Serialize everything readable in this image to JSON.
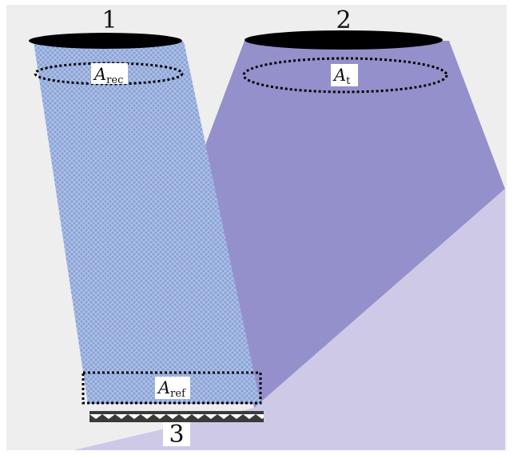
{
  "labels": {
    "receiver_number": "1",
    "transmitter_number": "2",
    "reflector_number": "3",
    "a_rec_main": "A",
    "a_rec_sub": "rec",
    "a_t_main": "A",
    "a_t_sub": "t",
    "a_ref_main": "A",
    "a_ref_sub": "ref"
  },
  "colors": {
    "background": "#eeeeef",
    "receiver_beam": "#8aa3d6",
    "transmitter_beam": "#9490cb",
    "scattered_light": "#cdc9e6",
    "aperture_black": "#000000"
  }
}
